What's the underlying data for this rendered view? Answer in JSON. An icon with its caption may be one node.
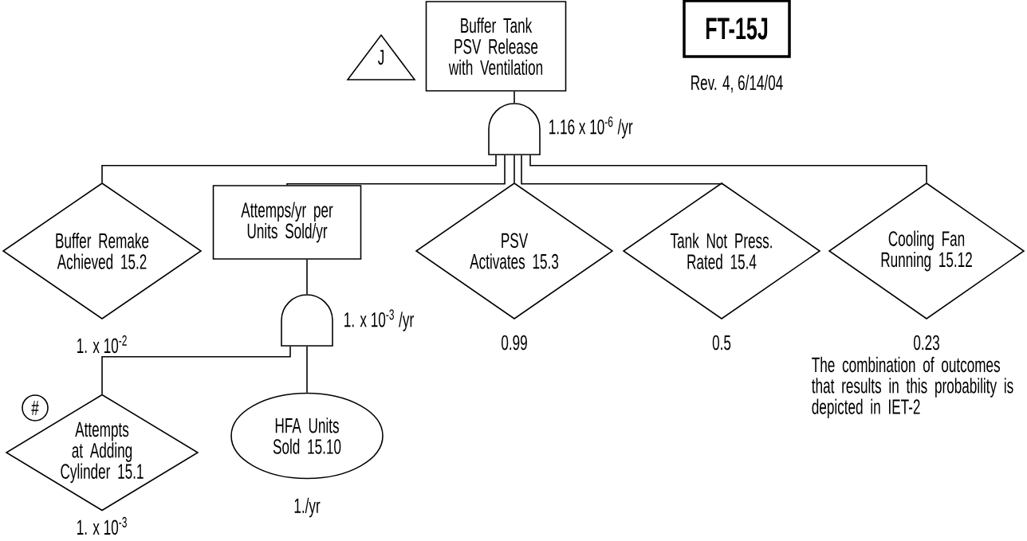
{
  "diagram": {
    "nodes": [
      {
        "text": [
          "J"
        ]
      },
      {
        "text": [
          "Buffer Tank PSV Release with Ventilation"
        ]
      },
      {
        "text": [
          "FT-15J"
        ]
      },
      {
        "text": [],
        "shape": "gate",
        "beside": [
          "1.16 x 10$^{-6}$ /yr"
        ]
      },
      {
        "text": [
          "Buffer Remake Achieved 15.2"
        ],
        "beside": [
          "1. x 10$^{-2}$"
        ]
      },
      {
        "text": [
          "Attemps/yr per Units Sold/yr"
        ]
      },
      {
        "text": [
          "PSV Activates 15.3"
        ],
        "beside": [
          "0.99"
        ]
      },
      {
        "text": [
          "Tank Not Press. Rated 15.4"
        ],
        "beside": [
          "0.5"
        ]
      },
      {
        "text": [
          "Cooling Fan Running 15.12"
        ],
        "beside": [
          "0.23",
          "The combination of outcomes that results in this probability is depicted in IET-2"
        ]
      },
      {
        "text": [],
        "shape": "gate",
        "beside": [
          "1. x 10$^{-3}$ /yr"
        ]
      },
      {
        "text": [
          "#"
        ]
      },
      {
        "text": [
          "Attempts at Adding Cylinder 15.1"
        ],
        "beside": [
          "1. x 10$^{-3}$"
        ]
      },
      {
        "text": [
          "HFA Units Sold 15.10"
        ],
        "beside": [
          "1./yr"
        ]
      }
    ],
    "edges": [
      {
        "from": 3,
        "to": 1,
        "arrow": "none"
      },
      {
        "from": 3,
        "to": 4,
        "arrow": "none"
      },
      {
        "from": 3,
        "to": 5,
        "arrow": "none"
      },
      {
        "from": 3,
        "to": 6,
        "arrow": "none"
      },
      {
        "from": 3,
        "to": 7,
        "arrow": "none"
      },
      {
        "from": 3,
        "to": 8,
        "arrow": "none"
      },
      {
        "from": 9,
        "to": 5,
        "arrow": "none"
      },
      {
        "from": 9,
        "to": 11,
        "arrow": "none"
      },
      {
        "from": 9,
        "to": 12,
        "arrow": "none"
      }
    ],
    "labels": [
      "Rev. 4, 6/14/04"
    ]
  }
}
